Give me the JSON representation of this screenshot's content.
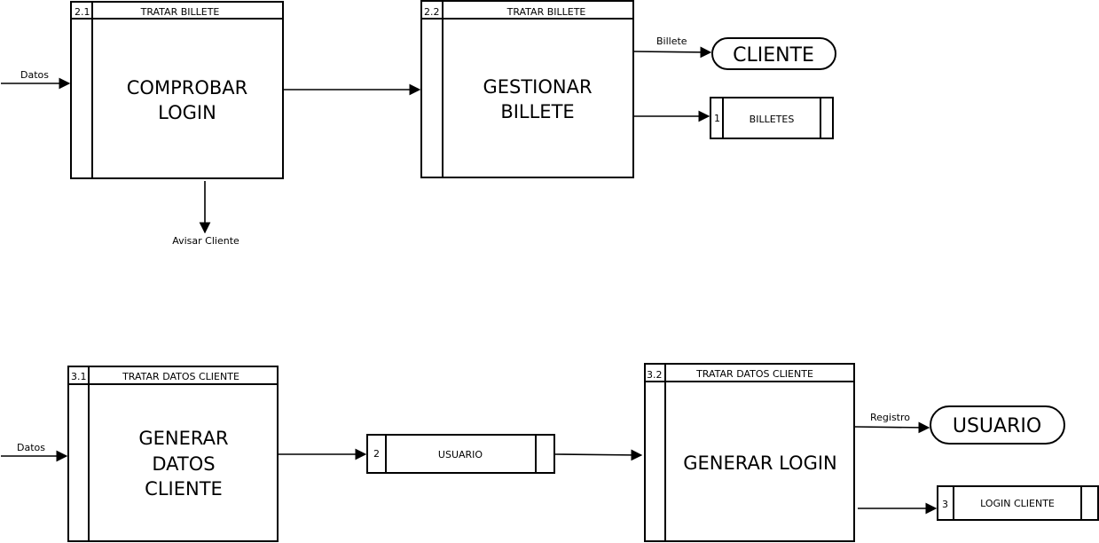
{
  "processes": {
    "p21": {
      "number": "2.1",
      "header": "TRATAR BILLETE",
      "title_lines": [
        "COMPROBAR",
        "LOGIN"
      ]
    },
    "p22": {
      "number": "2.2",
      "header": "TRATAR BILLETE",
      "title_lines": [
        "GESTIONAR",
        "BILLETE"
      ]
    },
    "p31": {
      "number": "3.1",
      "header": "TRATAR DATOS CLIENTE",
      "title_lines": [
        "GENERAR",
        "DATOS",
        "CLIENTE"
      ]
    },
    "p32": {
      "number": "3.2",
      "header": "TRATAR DATOS CLIENTE",
      "title_lines": [
        "GENERAR LOGIN"
      ]
    }
  },
  "entities": {
    "cliente": "CLIENTE",
    "usuario": "USUARIO"
  },
  "stores": {
    "billetes": {
      "number": "1",
      "name": "BILLETES"
    },
    "usuario": {
      "number": "2",
      "name": "USUARIO"
    },
    "login_cliente": {
      "number": "3",
      "name": "LOGIN CLIENTE"
    }
  },
  "flows": {
    "datos_in_top": "Datos",
    "avisar_cliente": "Avisar Cliente",
    "billete": "Billete",
    "datos_in_bottom": "Datos",
    "registro": "Registro"
  }
}
